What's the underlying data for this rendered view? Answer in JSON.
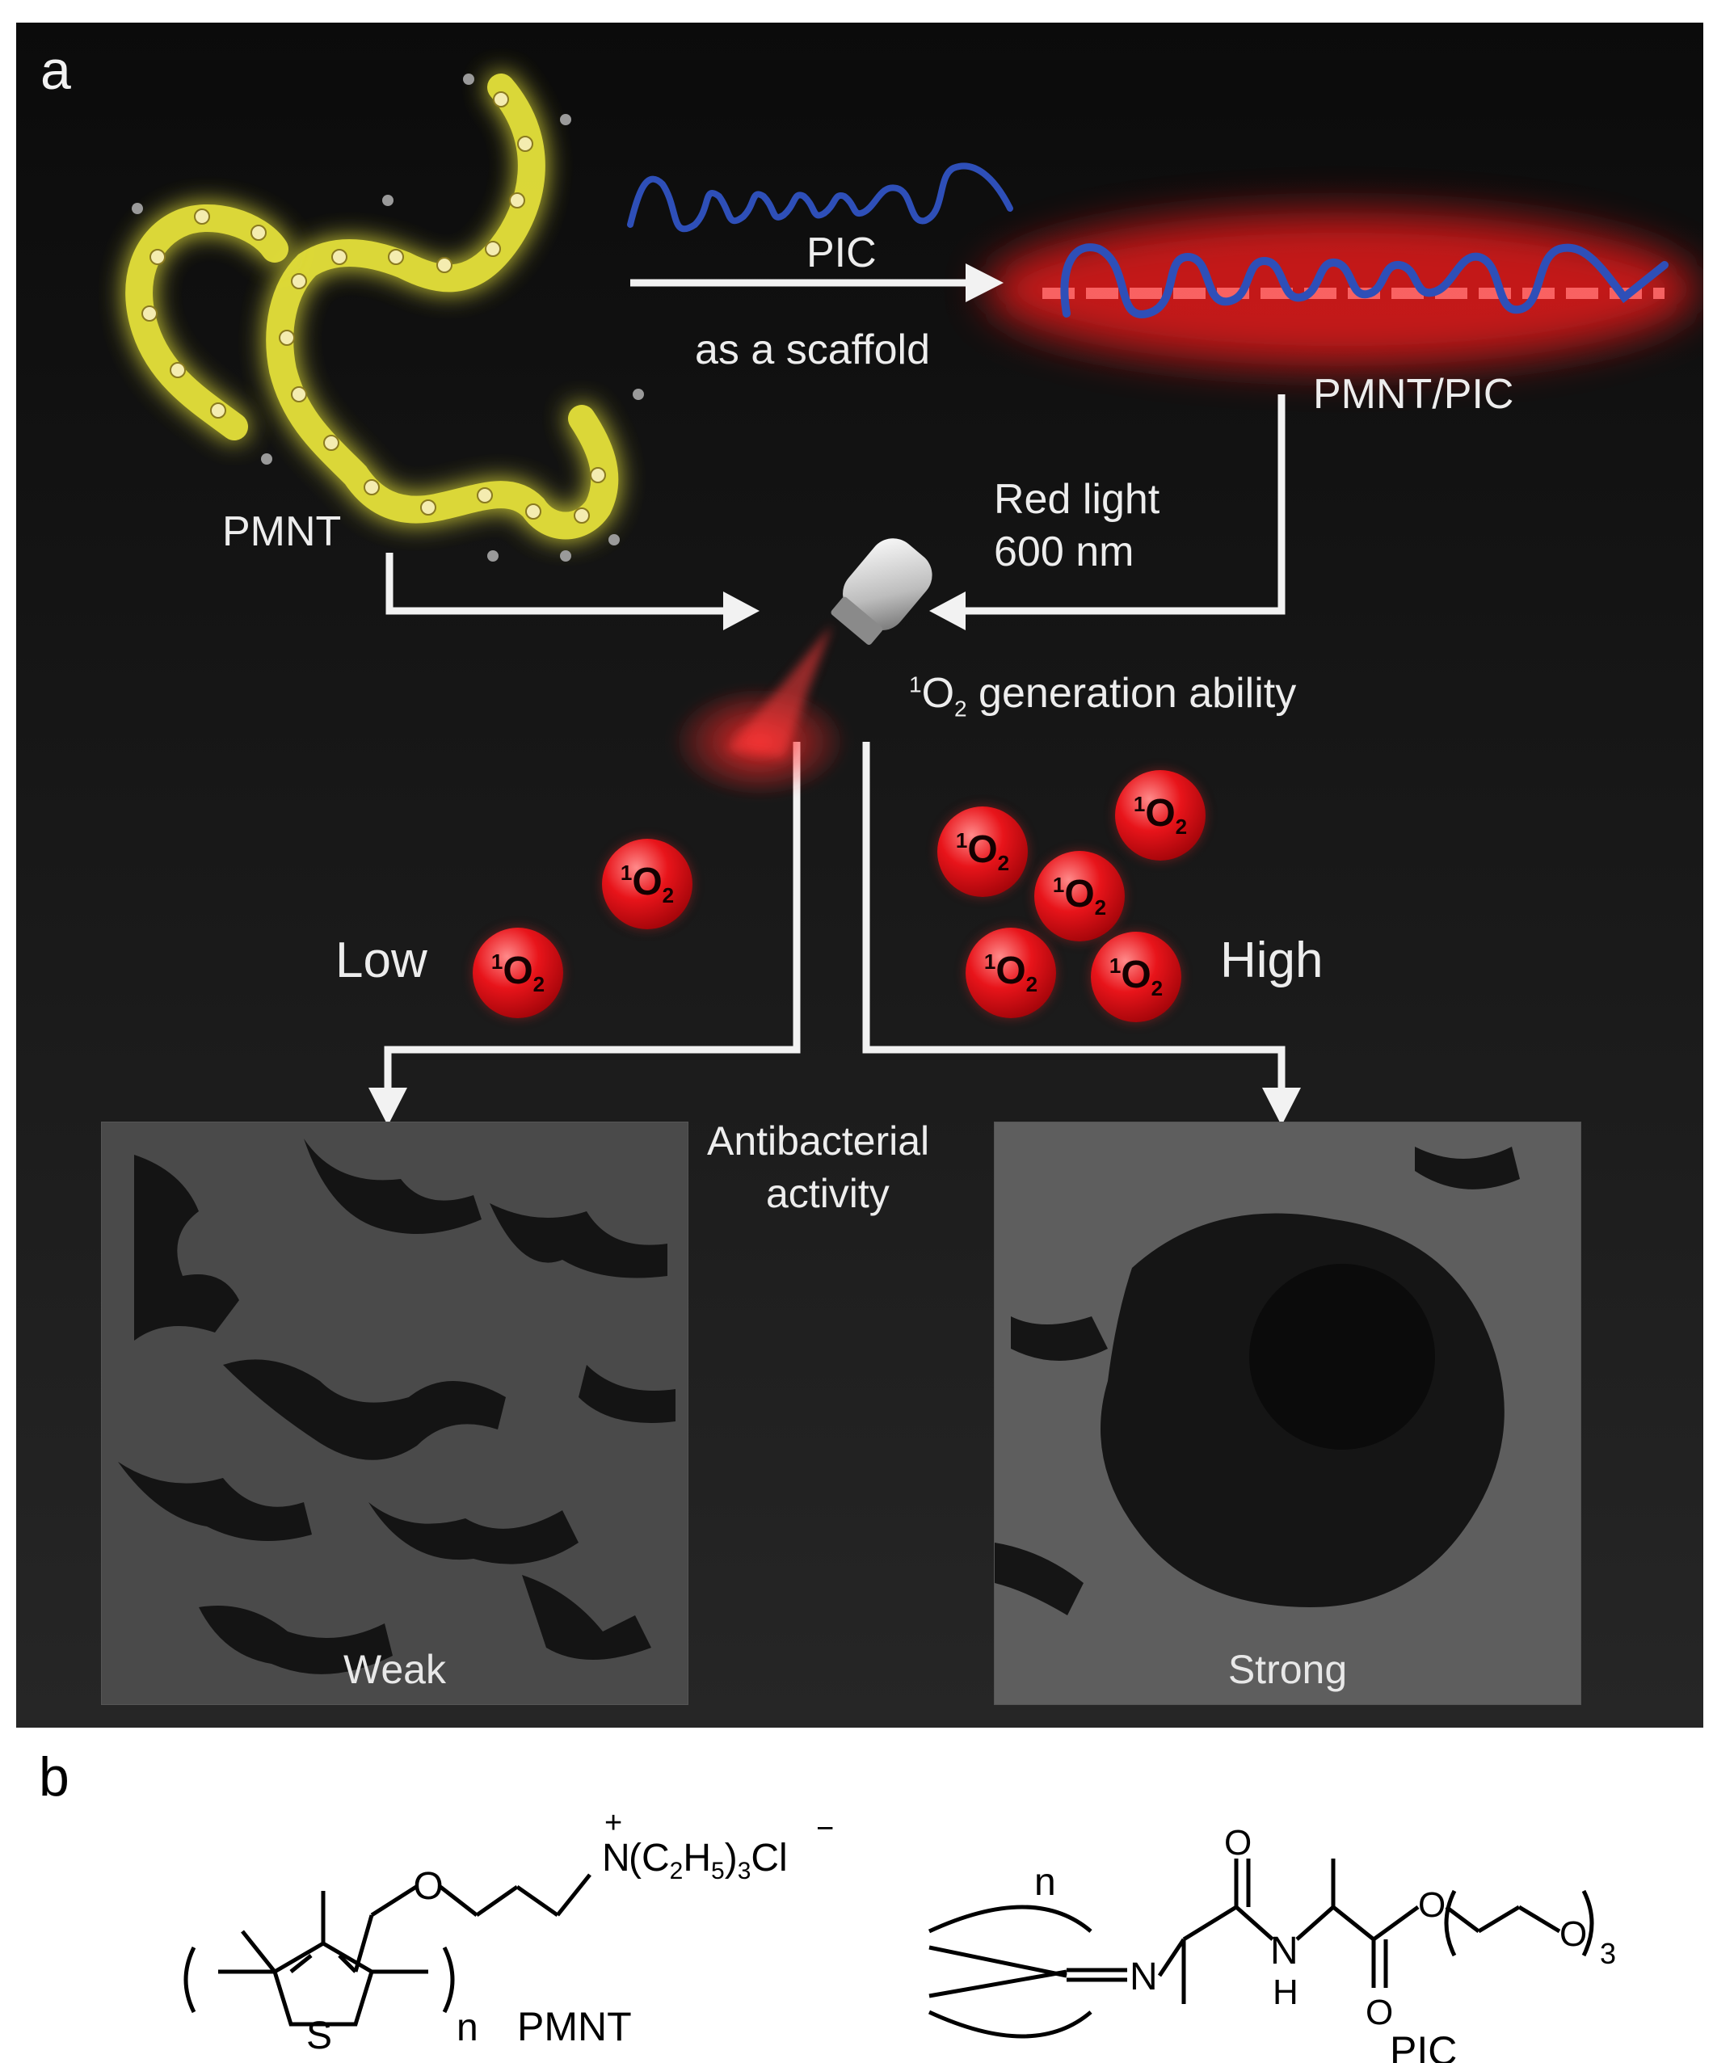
{
  "panel_a": {
    "letter": "a",
    "pmnt_label": "PMNT",
    "pic_label": "PIC",
    "scaffold_label": "as a scaffold",
    "complex_label": "PMNT/PIC",
    "red_light_line1": "Red light",
    "red_light_line2": "600 nm",
    "generation_ability": {
      "sup": "1",
      "main": "O",
      "sub": "2",
      "rest": " generation ability"
    },
    "low_label": "Low",
    "high_label": "High",
    "singlet_oxygen": {
      "sup": "1",
      "main": "O",
      "sub": "2"
    },
    "antibacterial_line1": "Antibacterial",
    "antibacterial_line2": "activity",
    "weak_label": "Weak",
    "strong_label": "Strong",
    "colors": {
      "pmnt_glow": "#e6e23a",
      "pic_helix": "#1f3a9e",
      "red_glow": "#ff2020",
      "o2_sphere": "#e8141a"
    }
  },
  "panel_b": {
    "letter": "b",
    "pmnt": {
      "name": "PMNT",
      "cation_charge": "+",
      "anion_charge": "−",
      "n": "n",
      "S": "S",
      "O": "O",
      "N": "N",
      "sub_a": "2",
      "sub_b": "5",
      "sub_c": "3",
      "Cl": "Cl"
    },
    "pic": {
      "name": "PIC",
      "n": "n",
      "N1": "N",
      "N2": "N",
      "H": "H",
      "O1": "O",
      "O2": "O",
      "O3": "O",
      "O4": "O",
      "repeat": "3"
    }
  }
}
